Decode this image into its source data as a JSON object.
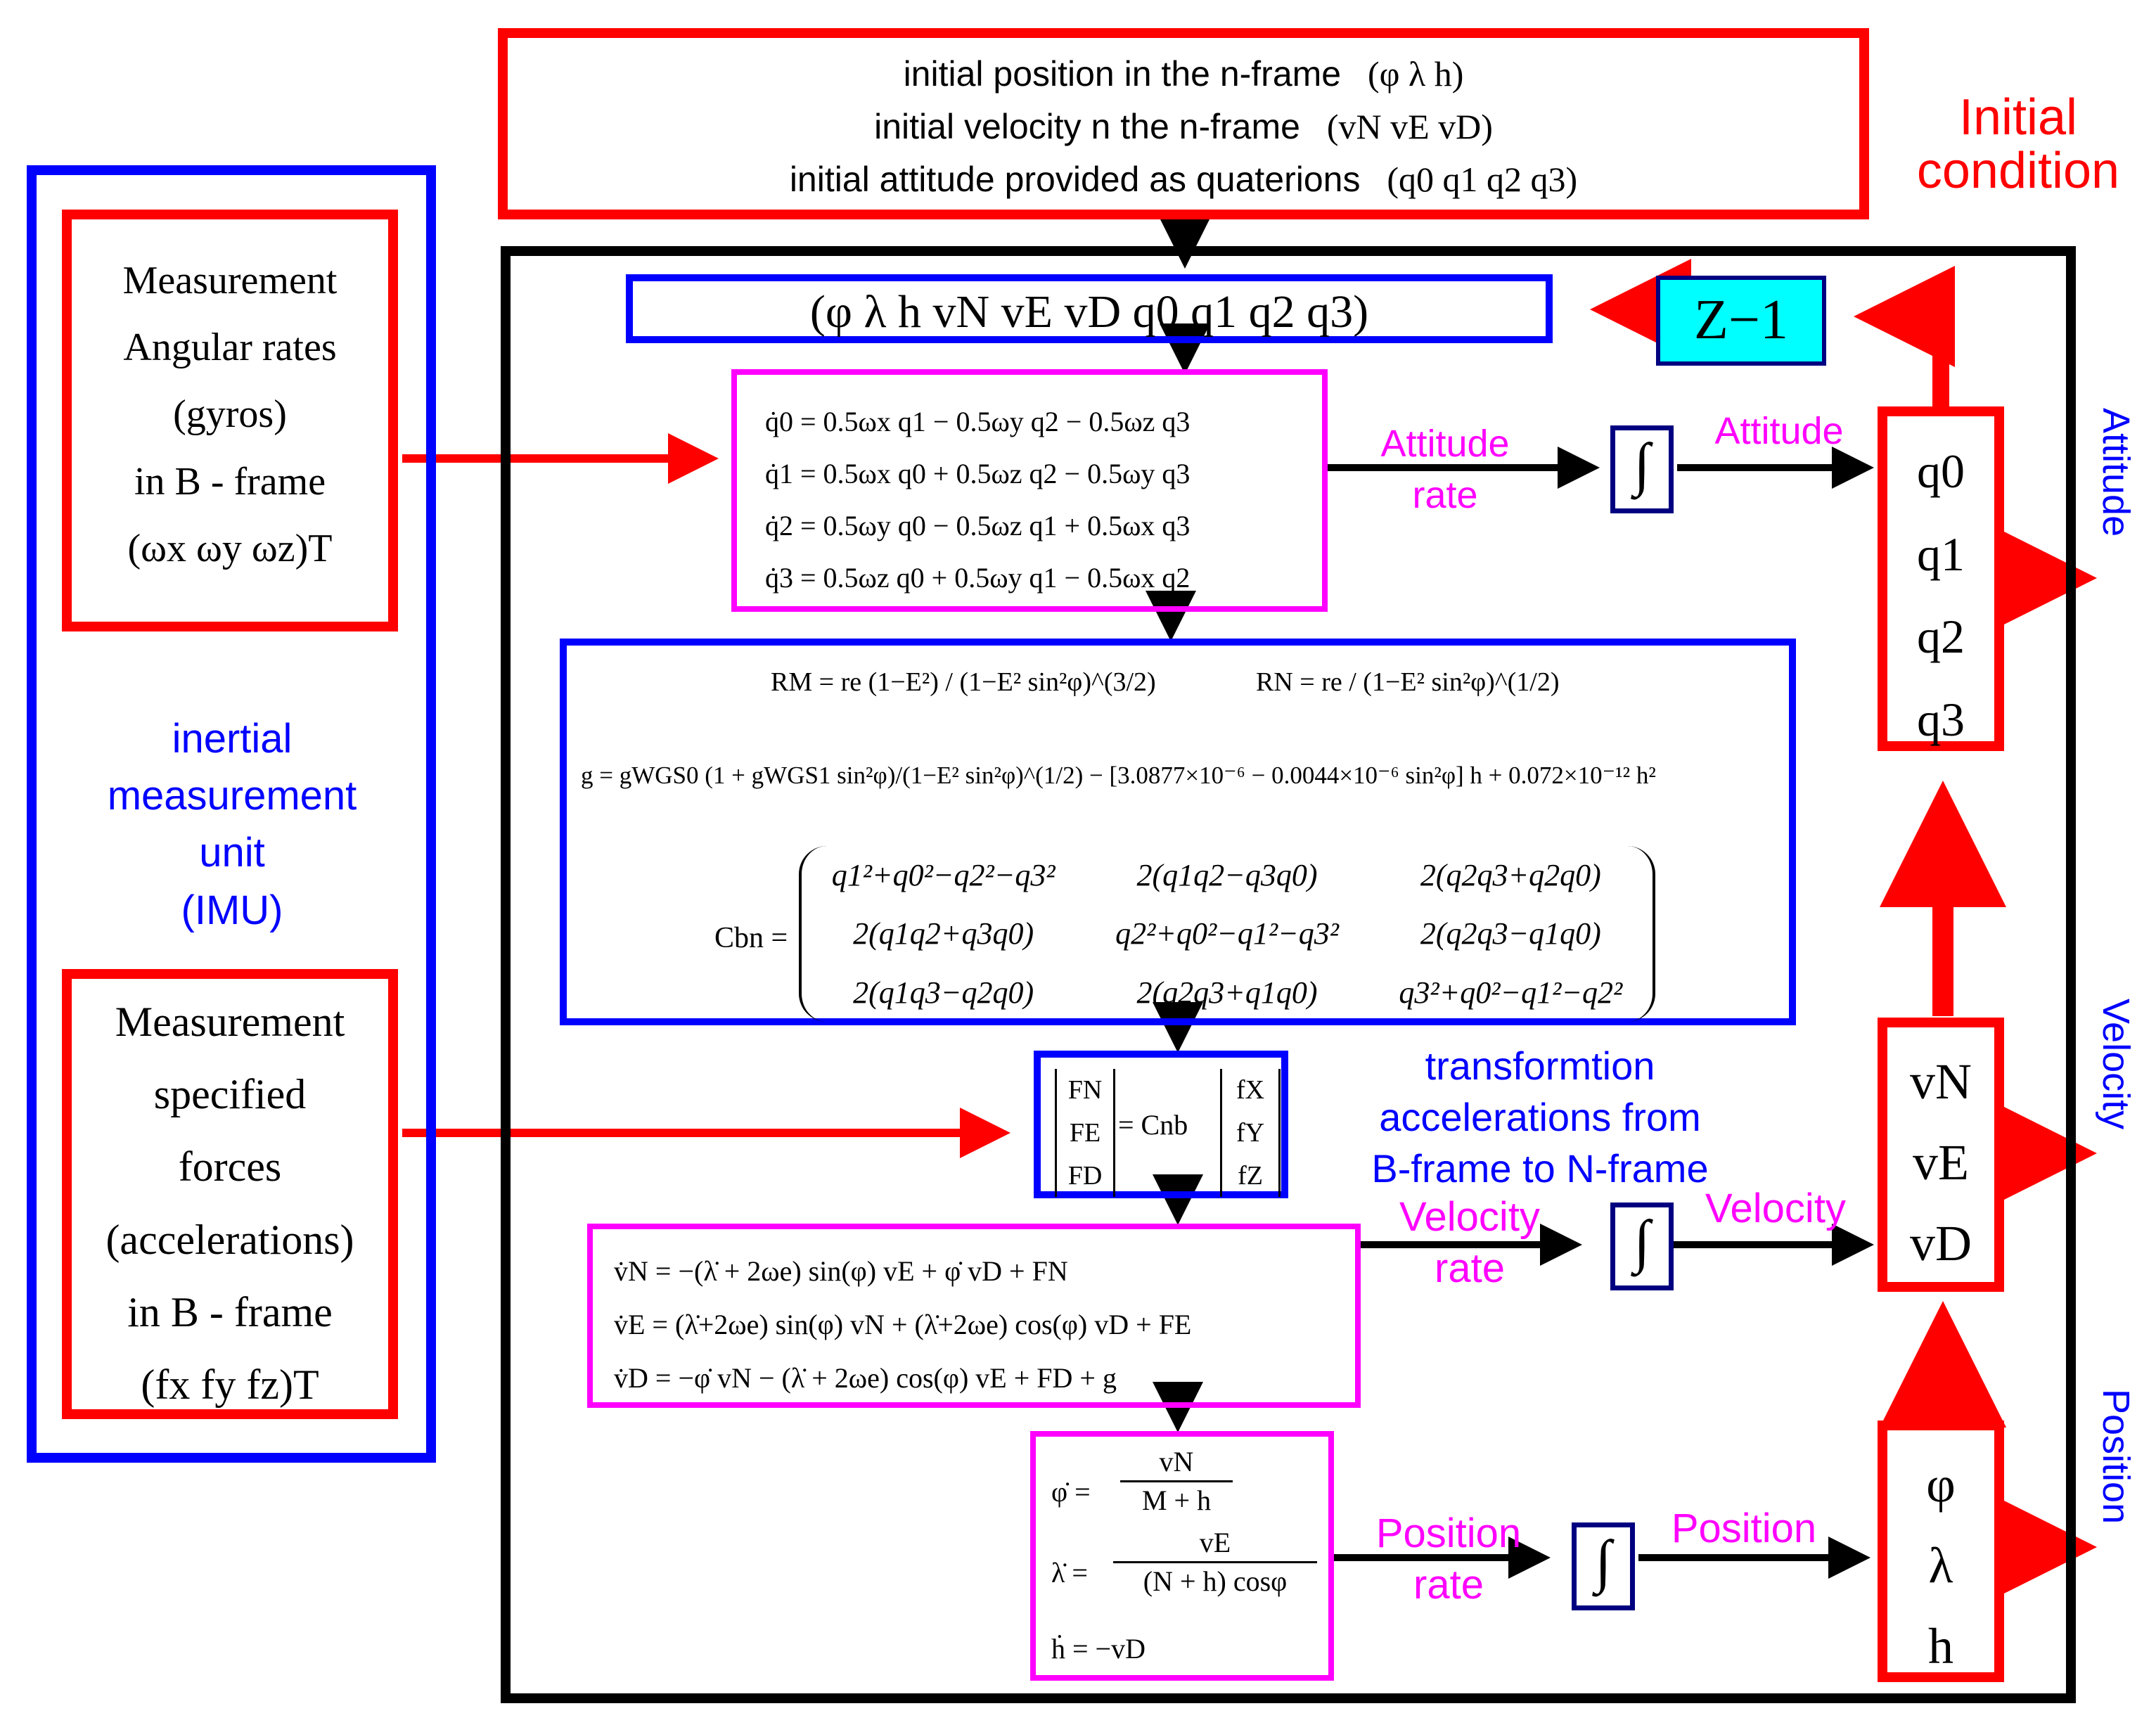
{
  "initial": {
    "line1": "initial position in the n-frame",
    "line1_vec": "(φ   λ   h)",
    "line2": "initial velocity n the n-frame",
    "line2_vec": "(vN   vE   vD)",
    "line3": "initial attitude provided as quaterions",
    "line3_vec": "(q0   q1   q2   q3)",
    "label_1": "Initial",
    "label_2": "condition"
  },
  "imu": {
    "label_1": "inertial",
    "label_2": "measurement",
    "label_3": "unit",
    "label_4": "(IMU)",
    "gyro_1": "Measurement",
    "gyro_2": "Angular rates",
    "gyro_3": "(gyros)",
    "gyro_4": "in B - frame",
    "gyro_5": "(ωx    ωy    ωz)T",
    "acc_1": "Measurement",
    "acc_2": "specified",
    "acc_3": "forces",
    "acc_4": "(accelerations)",
    "acc_5": "in B - frame",
    "acc_6": "(fx    fy    fz)T"
  },
  "state_vector": "(φ   λ   h   vN   vE   vD   q0   q1   q2   q3)",
  "delay": "Z−1",
  "quat_eqs": [
    "q̇0 = 0.5ωx q1 − 0.5ωy q2 − 0.5ωz q3",
    "q̇1 = 0.5ωx q0 + 0.5ωz q2 − 0.5ωy q3",
    "q̇2 = 0.5ωy q0 − 0.5ωz q1 + 0.5ωx q3",
    "q̇3 = 0.5ωz q0 + 0.5ωy q1 − 0.5ωx q2"
  ],
  "earth": {
    "rm": "RM = re (1−E²) / (1−E² sin²φ)^(3/2)",
    "rn": "RN = re / (1−E² sin²φ)^(1/2)",
    "g": "g = gWGS0 (1 + gWGS1 sin²φ)/(1−E² sin²φ)^(1/2) − [3.0877×10⁻⁶ − 0.0044×10⁻⁶ sin²φ] h + 0.072×10⁻¹² h²",
    "cbn_label": "Cbn =",
    "cbn": [
      [
        "q1²+q0²−q2²−q3²",
        "2(q1q2−q3q0)",
        "2(q2q3+q2q0)"
      ],
      [
        "2(q1q2+q3q0)",
        "q2²+q0²−q1²−q3²",
        "2(q2q3−q1q0)"
      ],
      [
        "2(q1q3−q2q0)",
        "2(q2q3+q1q0)",
        "q3²+q0²−q1²−q2²"
      ]
    ]
  },
  "transform": {
    "left": [
      "FN",
      "FE",
      "FD"
    ],
    "mid": "= Cnb",
    "right": [
      "fX",
      "fY",
      "fZ"
    ],
    "label_1": "transformtion",
    "label_2": "accelerations from",
    "label_3": "B-frame to N-frame"
  },
  "vel_eqs": [
    "v̇N = −(λ̇ + 2ωe) sin(φ) vE + φ̇ vD + FN",
    "v̇E = (λ̇+2ωe) sin(φ) vN + (λ̇+2ωe) cos(φ) vD + FE",
    "v̇D = −φ̇ vN − (λ̇ + 2ωe) cos(φ) vE + FD + g"
  ],
  "pos_eqs": {
    "phi_lhs": "φ̇ =",
    "phi_num": "vN",
    "phi_den": "M + h",
    "lam_lhs": "λ̇ =",
    "lam_num": "vE",
    "lam_den": "(N + h) cosφ",
    "h_eq": "ḣ = −vD"
  },
  "labels": {
    "att_rate_1": "Attitude",
    "att_rate_2": "rate",
    "att_out": "Attitude",
    "vel_rate_1": "Velocity",
    "vel_rate_2": "rate",
    "vel_out": "Velocity",
    "pos_rate_1": "Position",
    "pos_rate_2": "rate",
    "pos_out": "Position",
    "side_att": "Attitude",
    "side_vel": "Velocity",
    "side_pos": "Position"
  },
  "outputs": {
    "att": [
      "q0",
      "q1",
      "q2",
      "q3"
    ],
    "vel": [
      "vN",
      "vE",
      "vD"
    ],
    "pos": [
      "φ",
      "λ",
      "h"
    ]
  },
  "integrator_symbol": "∫"
}
